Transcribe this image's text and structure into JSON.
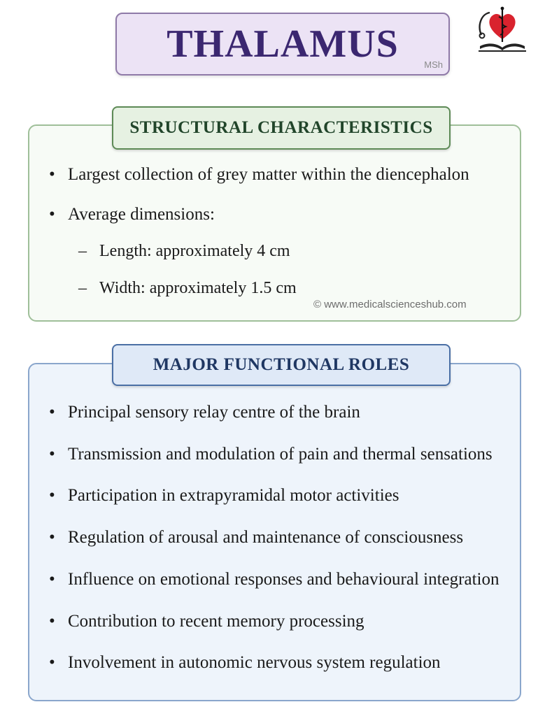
{
  "header": {
    "title": "THALAMUS",
    "tag": "MSh"
  },
  "structural": {
    "heading": "STRUCTURAL CHARACTERISTICS",
    "items": [
      "Largest collection of grey matter within the diencephalon",
      "Average dimensions:"
    ],
    "sub_items": [
      "Length: approximately 4 cm",
      "Width: approximately 1.5 cm"
    ],
    "bullet_symbol": "•",
    "sub_bullet_symbol": "–"
  },
  "watermark": "© www.medicalscienceshub.com",
  "functional": {
    "heading": "MAJOR FUNCTIONAL ROLES",
    "items": [
      "Principal sensory relay centre of the brain",
      "Transmission and modulation of pain and thermal sensations",
      "Participation in extrapyramidal motor activities",
      "Regulation of arousal and maintenance of consciousness",
      "Influence on emotional responses and behavioural integration",
      "Contribution to recent memory processing",
      "Involvement in autonomic nervous system regulation"
    ]
  },
  "colors": {
    "title_text": "#3b2770",
    "title_bg": "#ece3f5",
    "structural_accent": "#5d8a56",
    "functional_accent": "#4a6fa5",
    "logo_heart": "#d9232e"
  },
  "logo": {
    "icon": "heart-caduceus-book-icon"
  }
}
